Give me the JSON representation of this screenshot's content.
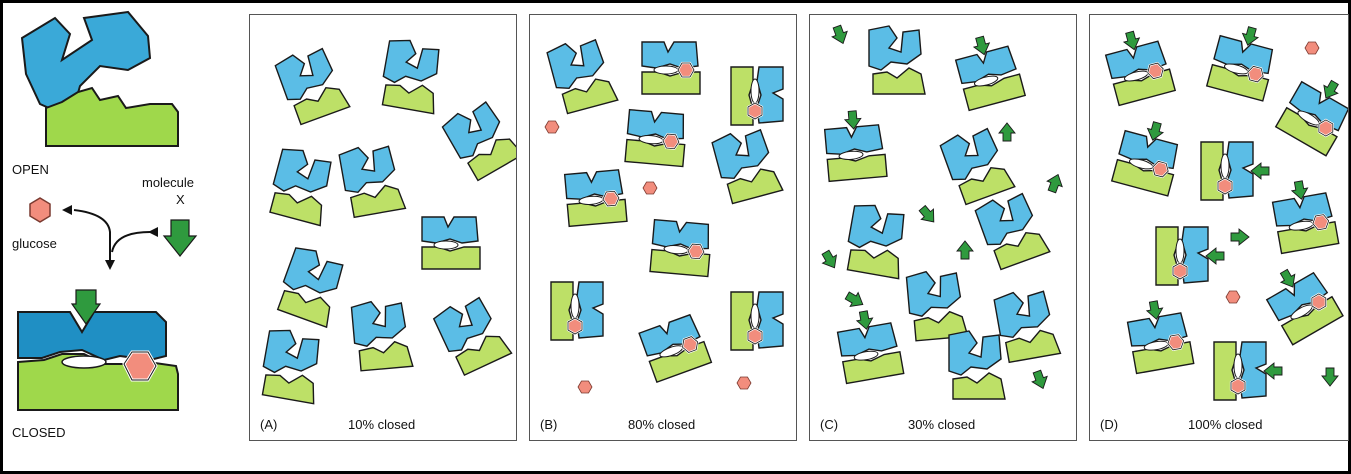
{
  "colors": {
    "blue": "#5bbde6",
    "green": "#bde067",
    "glucose": "#f28d7d",
    "molecule": "#2f9a3e",
    "outline": "#1a1a1a"
  },
  "legend": {
    "open_label": "OPEN",
    "closed_label": "CLOSED",
    "glucose_label": "glucose",
    "molecule_label_line1": "molecule",
    "molecule_label_line2": "X"
  },
  "panels": [
    {
      "id": "A",
      "letter": "(A)",
      "caption": "10% closed",
      "closed_percent": 10
    },
    {
      "id": "B",
      "letter": "(B)",
      "caption": "80% closed",
      "closed_percent": 80
    },
    {
      "id": "C",
      "letter": "(C)",
      "caption": "30% closed",
      "closed_percent": 30
    },
    {
      "id": "D",
      "letter": "(D)",
      "caption": "100% closed",
      "closed_percent": 100
    }
  ]
}
